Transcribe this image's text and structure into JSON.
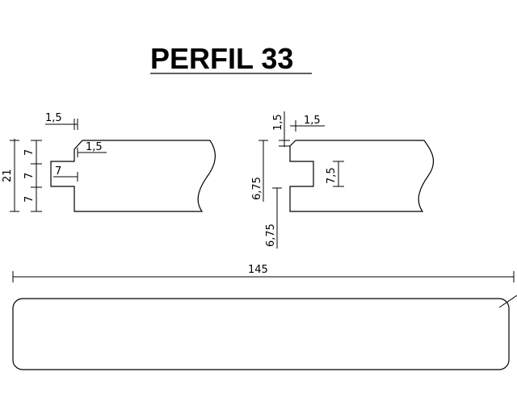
{
  "title": "PERFIL 33",
  "dimensions": {
    "left_top_gap": "1,5",
    "left_tongue_gap": "1,5",
    "left_tongue_depth": "7",
    "left_height_total": "21",
    "left_seg_top": "7",
    "left_seg_mid": "7",
    "left_seg_bottom": "7",
    "right_top_vertical": "1,5",
    "right_top_horizontal": "1,5",
    "right_groove_height": "7,5",
    "right_upper_offset": "6,75",
    "right_lower_offset": "6,75",
    "board_width": "145"
  },
  "colors": {
    "line": "#000000",
    "background": "#ffffff"
  }
}
